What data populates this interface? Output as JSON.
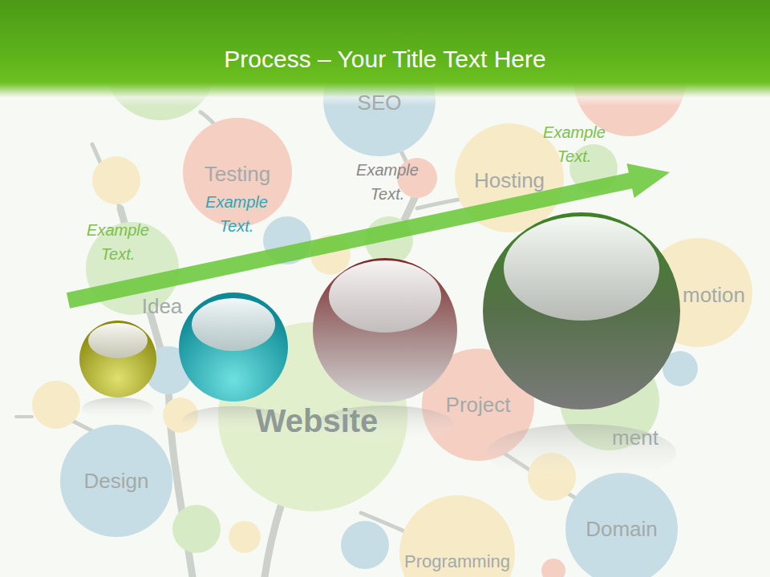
{
  "diagram": {
    "title": "Process – Your Title Text Here",
    "labels": [
      "SEO",
      "Example Text.",
      "Testing",
      "Example Text.",
      "Hosting",
      "Example Text.",
      "Example Text.",
      "Idea",
      "motion",
      "Website",
      "Project",
      "ment",
      "Design",
      "Domain",
      "Programming"
    ]
  }
}
